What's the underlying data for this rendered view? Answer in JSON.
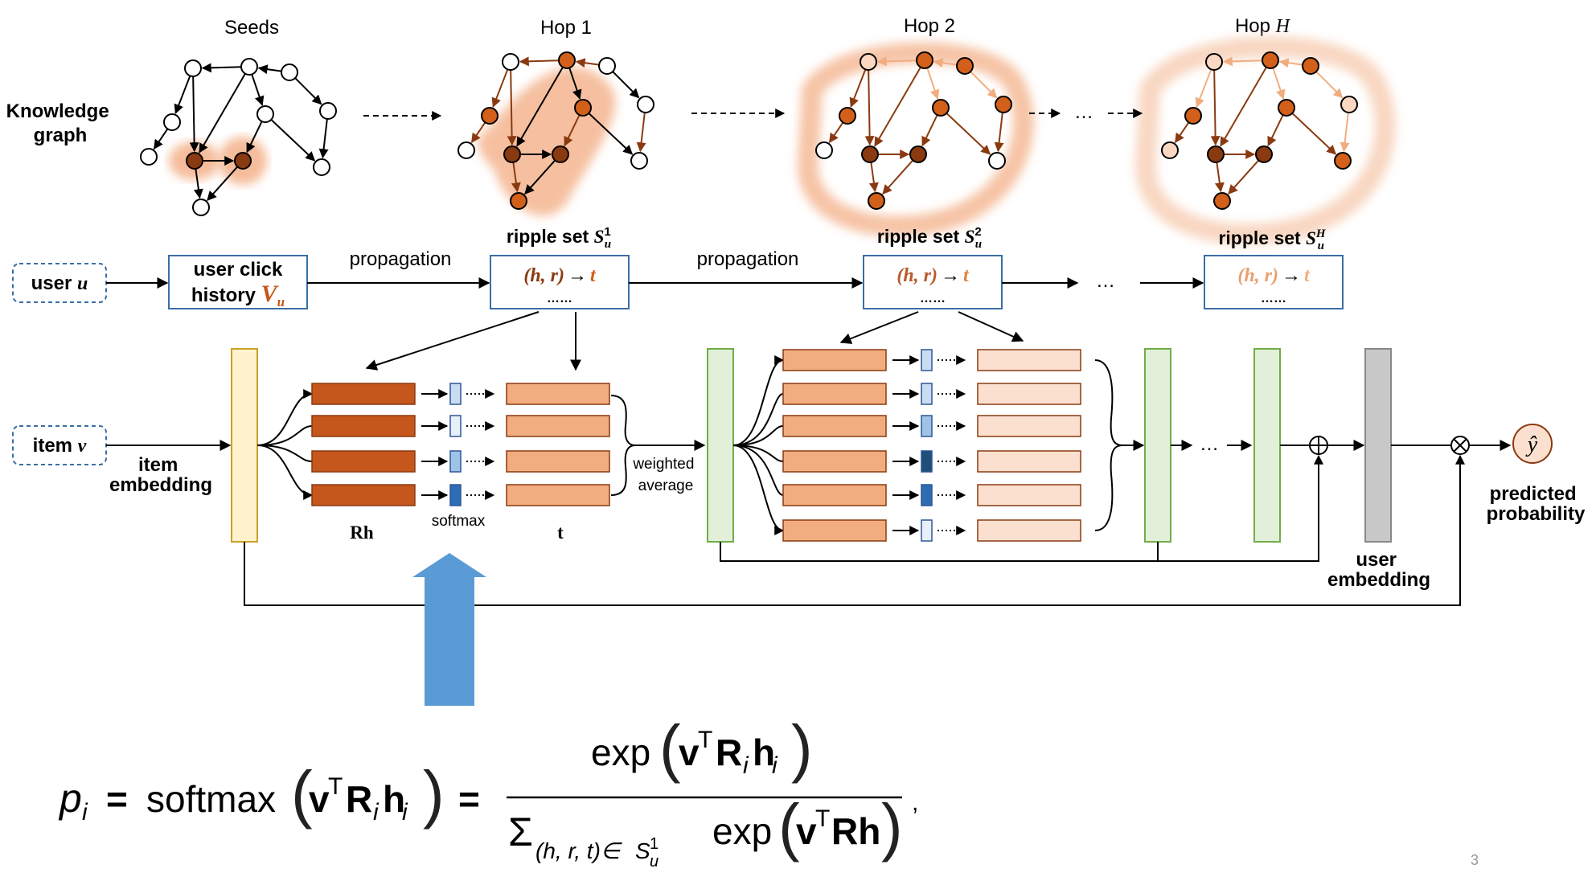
{
  "hops": {
    "seeds": "Seeds",
    "hop1": "Hop 1",
    "hop2": "Hop 2",
    "hopH_prefix": "Hop ",
    "hopH_var": "H"
  },
  "kg_label": [
    "Knowledge",
    "graph"
  ],
  "user_label": {
    "text": "user ",
    "var": "u"
  },
  "item_label": {
    "text": "item ",
    "var": "v"
  },
  "history": {
    "line1": "user click",
    "line2": "history ",
    "var": "V",
    "sub": "u"
  },
  "propagation": "propagation",
  "ripple_sets": [
    {
      "prefix": "ripple set ",
      "sym": "S",
      "sup": "1",
      "sub": "u"
    },
    {
      "prefix": "ripple set ",
      "sym": "S",
      "sup": "2",
      "sub": "u"
    },
    {
      "prefix": "ripple set ",
      "sym": "S",
      "sup": "H",
      "sub": "u"
    }
  ],
  "triple": {
    "hr": "(h, r)",
    "arrow": "→",
    "t": "t",
    "dots": "……"
  },
  "ellipsis": "…",
  "item_embedding": [
    "item",
    "embedding"
  ],
  "rh_label": "Rh",
  "softmax_label": "softmax",
  "t_label": "t",
  "weighted_average": [
    "weighted",
    "average"
  ],
  "user_embedding": [
    "user",
    "embedding"
  ],
  "predicted_probability": [
    "predicted",
    "probability"
  ],
  "yhat": "ŷ",
  "formula": {
    "lhs": "p",
    "lhs_sub": "i",
    "eq": "=",
    "softmax": "softmax",
    "vT": "v",
    "T": "T",
    "R": "R",
    "i": "i",
    "h": "h",
    "exp": "exp",
    "sum": "Σ",
    "sum_sub": "(h, r, t)∈",
    "S": "S",
    "S_sup": "1",
    "S_sub": "u",
    "Rh": "Rh",
    "comma": ","
  },
  "page_number": "3",
  "colors": {
    "dark_orange": "#c5561c",
    "mid_orange": "#f1ad7f",
    "light_orange": "#fbe0d0",
    "node_dark": "#8a3a10",
    "node_mid": "#d2601a",
    "node_light": "#fbd8c2",
    "blob": "#f4b590",
    "box_border": "#3a6ea5",
    "item_emb": "#fff2cc",
    "green": "#e2f0d9",
    "green_border": "#70ad47",
    "gray": "#c8c8c8",
    "blue_arrow": "#5b9bd5"
  }
}
